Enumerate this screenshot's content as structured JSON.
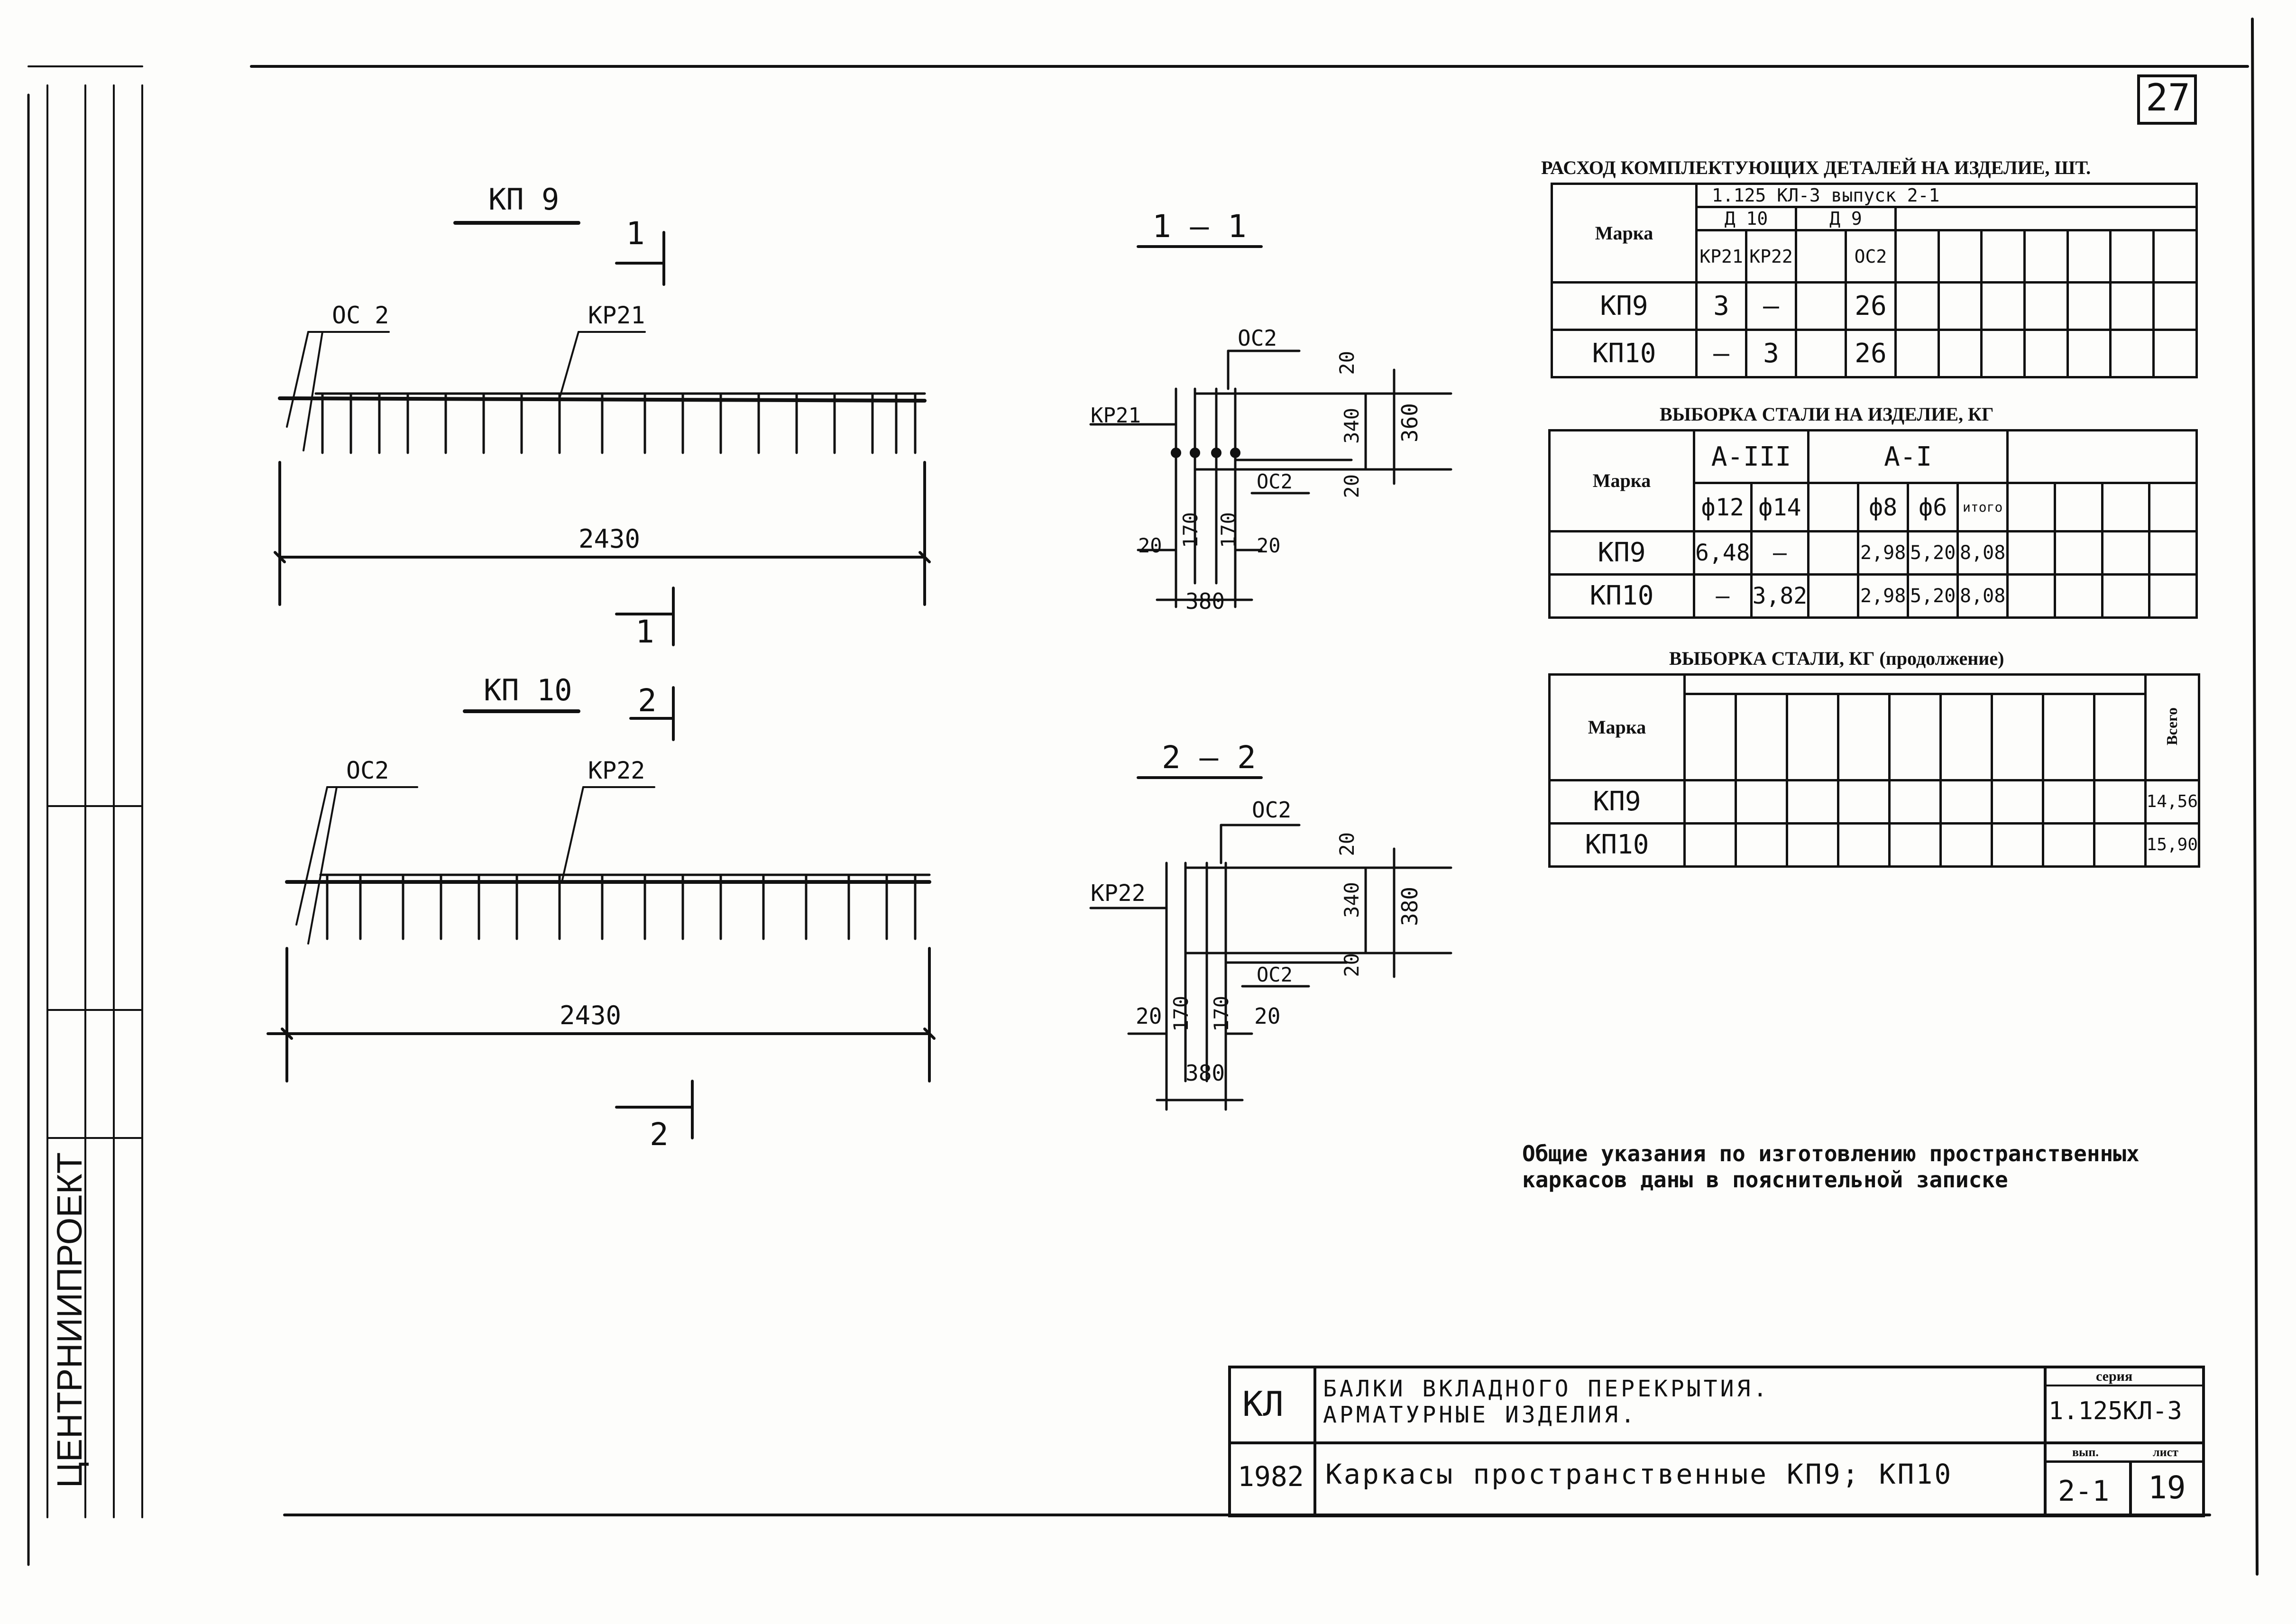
{
  "page_number": "27",
  "views": {
    "kp9": {
      "title": "КП 9",
      "section_mark": "1",
      "callout_left": "ОС 2",
      "callout_right": "КР21",
      "length": "2430"
    },
    "kp10": {
      "title": "КП 10",
      "section_mark": "2",
      "callout_left": "ОС2",
      "callout_right": "КР22",
      "length": "2430"
    },
    "section1": {
      "title": "1 — 1",
      "mesh": "КР21",
      "top": "ОС2",
      "side": "ОС2",
      "dims": {
        "d20a": "20",
        "d340": "340",
        "d360": "360",
        "d20b": "20",
        "l20": "20",
        "l170a": "170",
        "l170b": "170",
        "r20": "20",
        "width": "380"
      }
    },
    "section2": {
      "title": "2 — 2",
      "mesh": "КР22",
      "top": "ОС2",
      "side": "ОС2",
      "dims": {
        "d20a": "20",
        "d340": "340",
        "d380": "380",
        "d20b": "20",
        "l20": "20",
        "l170a": "170",
        "l170b": "170",
        "r20": "20",
        "width": "380"
      }
    }
  },
  "table_parts": {
    "caption": "РАСХОД КОМПЛЕКТУЮЩИХ ДЕТАЛЕЙ НА ИЗДЕЛИЕ, ШТ.",
    "doc_ref": "1.125 КЛ-3 выпуск 2-1",
    "col_marka": "Марка",
    "group1": "Д 10",
    "group2": "Д 9",
    "cols": [
      "КР21",
      "КР22",
      "",
      "ОС2"
    ],
    "rows": [
      {
        "mark": "КП9",
        "values": [
          "3",
          "—",
          "",
          "26"
        ]
      },
      {
        "mark": "КП10",
        "values": [
          "—",
          "3",
          "",
          "26"
        ]
      }
    ]
  },
  "table_steel": {
    "caption": "ВЫБОРКА СТАЛИ НА ИЗДЕЛИЕ, КГ",
    "col_marka": "Марка",
    "group1": "А-III",
    "group2": "А-I",
    "cols": [
      "ф12",
      "ф14",
      "",
      "ф8",
      "ф6",
      "итого"
    ],
    "rows": [
      {
        "mark": "КП9",
        "values": [
          "6,48",
          "—",
          "",
          "2,98",
          "5,20",
          "8,08"
        ]
      },
      {
        "mark": "КП10",
        "values": [
          "—",
          "3,82",
          "",
          "2,98",
          "5,20",
          "8,08"
        ]
      }
    ]
  },
  "table_cont": {
    "caption": "ВЫБОРКА СТАЛИ, КГ (продолжение)",
    "col_marka": "Марка",
    "col_total": "Всего",
    "rows": [
      {
        "mark": "КП9",
        "total": "14,56"
      },
      {
        "mark": "КП10",
        "total": "15,90"
      }
    ]
  },
  "note": {
    "line1": "Общие указания по изготовлению пространственных",
    "line2": "каркасов даны в пояснительной записке"
  },
  "title_block": {
    "code": "КЛ",
    "year": "1982",
    "subject_line1": "БАЛКИ ВКЛАДНОГО ПЕРЕКРЫТИЯ.",
    "subject_line2": "АРМАТУРНЫЕ ИЗДЕЛИЯ.",
    "sheet_title": "Каркасы пространственные КП9; КП10",
    "series_label": "серия",
    "series": "1.125КЛ-3",
    "issue_label": "вып.",
    "sheet_label": "лист",
    "issue": "2-1",
    "sheet": "19"
  },
  "margin_stamp": "ЦЕНТРНИИПРОЕКТ"
}
